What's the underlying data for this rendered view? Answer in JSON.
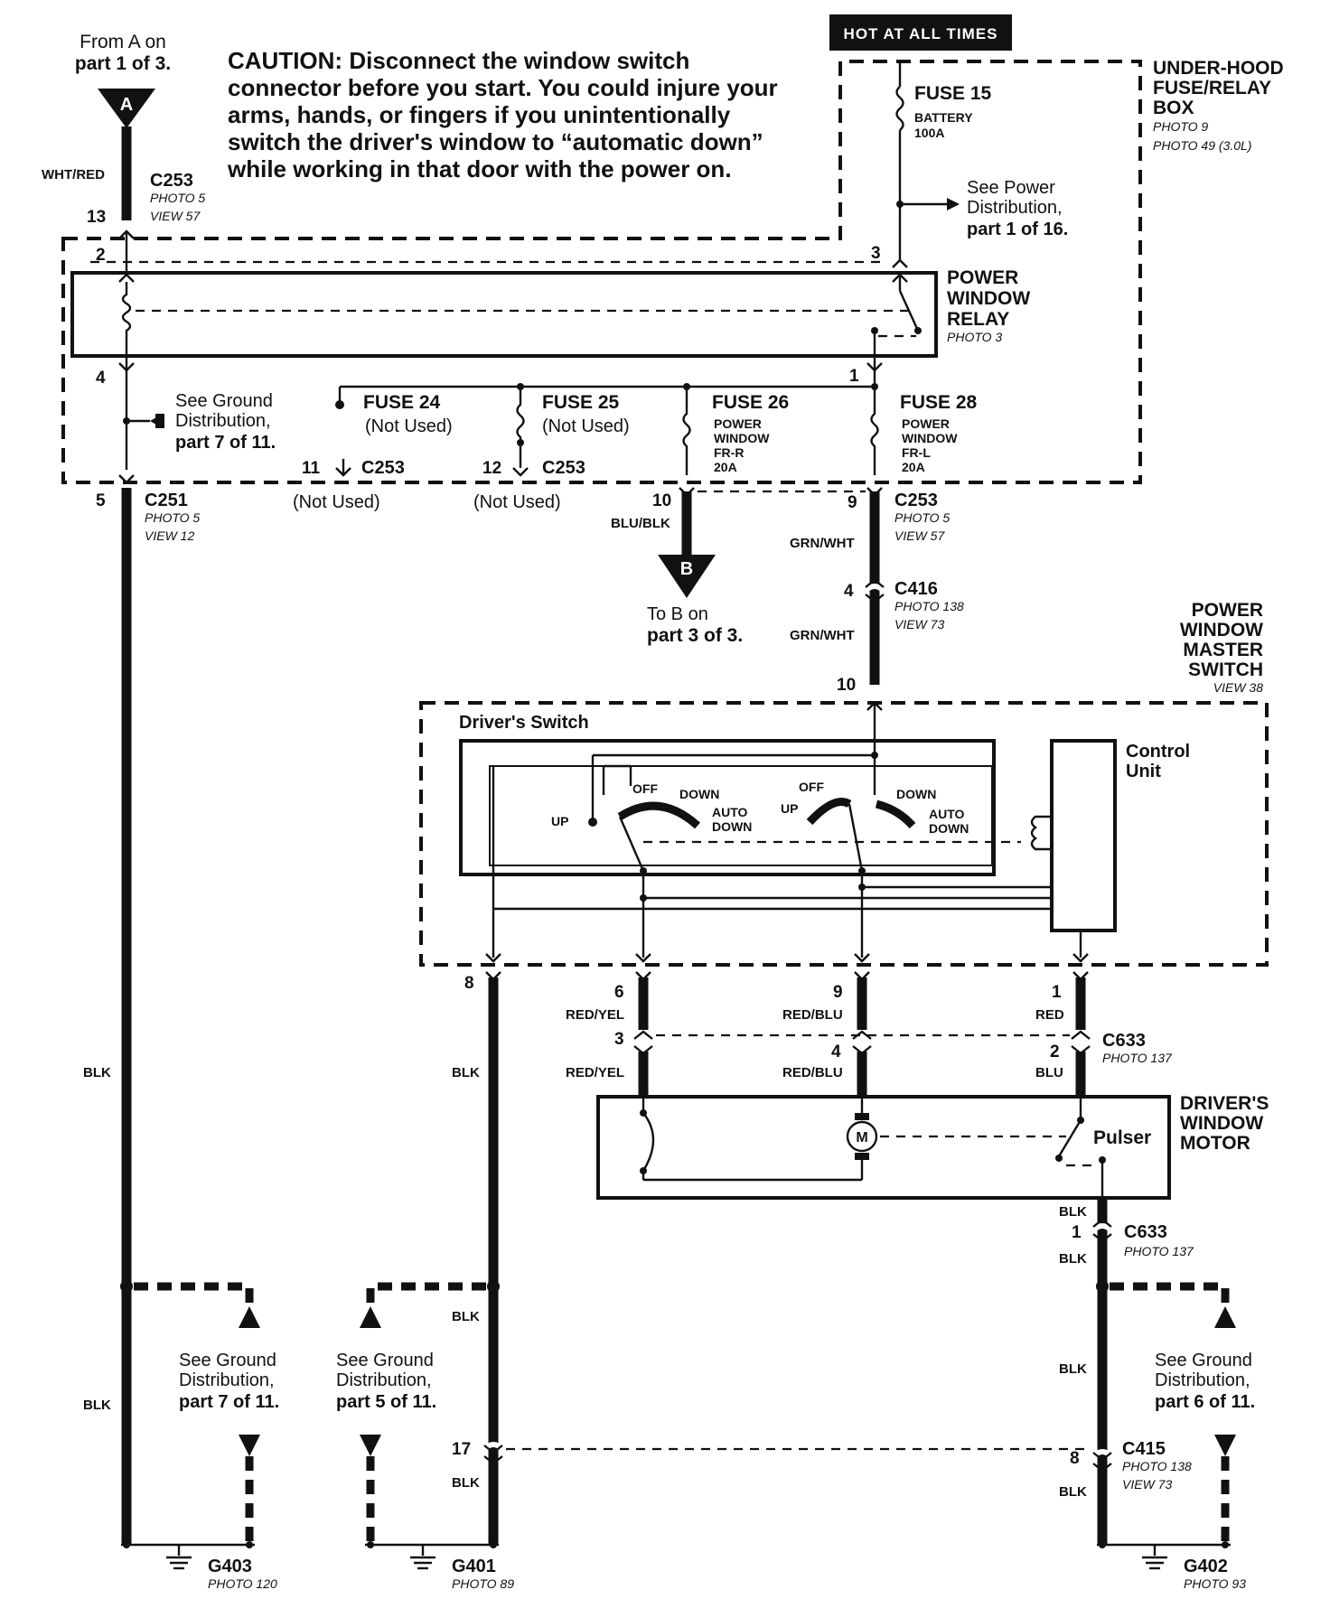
{
  "header": {
    "hot_label": "HOT AT ALL TIMES",
    "from_a_line1": "From A on",
    "from_a_line2": "part 1 of 3.",
    "caution_lines": [
      "CAUTION: Disconnect the window switch",
      "connector before you start. You could injure your",
      "arms, hands, or fingers if you unintentionally",
      "switch the driver's window to “automatic down”",
      "while working in that door with the power on."
    ]
  },
  "connectors": {
    "a_marker": "A",
    "b_marker": "B",
    "to_b_line1": "To B on",
    "to_b_line2": "part 3 of 3.",
    "c253_top": {
      "name": "C253",
      "photo": "PHOTO 5",
      "view": "VIEW 57"
    },
    "c251": {
      "name": "C251",
      "photo": "PHOTO 5",
      "view": "VIEW 12"
    },
    "c253_right": {
      "name": "C253",
      "photo": "PHOTO 5",
      "view": "VIEW 57"
    },
    "c253_p11": "C253",
    "c253_p12": "C253",
    "c416": {
      "name": "C416",
      "photo": "PHOTO 138",
      "view": "VIEW 73"
    },
    "c633_top": {
      "name": "C633",
      "photo": "PHOTO 137"
    },
    "c633_bottom": {
      "name": "C633",
      "photo": "PHOTO 137"
    },
    "c415": {
      "name": "C415",
      "photo": "PHOTO 138",
      "view": "VIEW 73"
    }
  },
  "fuse_box": {
    "title_lines": [
      "UNDER-HOOD",
      "FUSE/RELAY",
      "BOX"
    ],
    "photo1": "PHOTO 9",
    "photo2": "PHOTO 49 (3.0L)",
    "fuse15": {
      "name": "FUSE 15",
      "line1": "BATTERY",
      "line2": "100A"
    },
    "see_power_lines": [
      "See Power",
      "Distribution,",
      "part 1 of 16."
    ],
    "relay_lines": [
      "POWER",
      "WINDOW",
      "RELAY"
    ],
    "relay_photo": "PHOTO 3",
    "fuse24": {
      "name": "FUSE 24",
      "note": "(Not Used)"
    },
    "fuse25": {
      "name": "FUSE 25",
      "note": "(Not  Used)"
    },
    "fuse26": {
      "name": "FUSE 26",
      "lines": [
        "POWER",
        "WINDOW",
        "FR-R",
        "20A"
      ]
    },
    "fuse28": {
      "name": "FUSE 28",
      "lines": [
        "POWER",
        "WINDOW",
        "FR-L",
        "20A"
      ]
    },
    "see_ground_lines": [
      "See Ground",
      "Distribution,",
      "part 7 of 11."
    ],
    "not_used": "(Not Used)"
  },
  "master_switch": {
    "title_lines": [
      "POWER",
      "WINDOW",
      "MASTER",
      "SWITCH"
    ],
    "view": "VIEW 38",
    "drivers_switch": "Driver's Switch",
    "control_unit_lines": [
      "Control",
      "Unit"
    ],
    "off": "OFF",
    "down": "DOWN",
    "up": "UP",
    "auto": "AUTO",
    "auto_down": "DOWN"
  },
  "motor": {
    "title_lines": [
      "DRIVER'S",
      "WINDOW",
      "MOTOR"
    ],
    "pulser": "Pulser",
    "m": "M"
  },
  "wires": {
    "wht_red": "WHT/RED",
    "blu_blk": "BLU/BLK",
    "grn_wht": "GRN/WHT",
    "red_yel": "RED/YEL",
    "red_blu": "RED/BLU",
    "red": "RED",
    "blu": "BLU",
    "blk": "BLK"
  },
  "pins": {
    "p13": "13",
    "p2": "2",
    "p3": "3",
    "p4": "4",
    "p1": "1",
    "p5": "5",
    "p11": "11",
    "p12": "12",
    "p10": "10",
    "p9": "9",
    "p4b": "4",
    "p10b": "10",
    "p8": "8",
    "p6": "6",
    "p9b": "9",
    "p1b": "1",
    "p3b": "3",
    "p4c": "4",
    "p2b": "2",
    "p1c": "1",
    "p17": "17",
    "p8b": "8"
  },
  "grounds": {
    "left_lines": [
      "See Ground",
      "Distribution,",
      "part 7 of 11."
    ],
    "mid_lines": [
      "See Ground",
      "Distribution,",
      "part 5 of 11."
    ],
    "right_lines": [
      "See Ground",
      "Distribution,",
      "part 6 of 11."
    ],
    "g403": {
      "name": "G403",
      "photo": "PHOTO 120"
    },
    "g401": {
      "name": "G401",
      "photo": "PHOTO 89"
    },
    "g402": {
      "name": "G402",
      "photo": "PHOTO 93"
    }
  }
}
